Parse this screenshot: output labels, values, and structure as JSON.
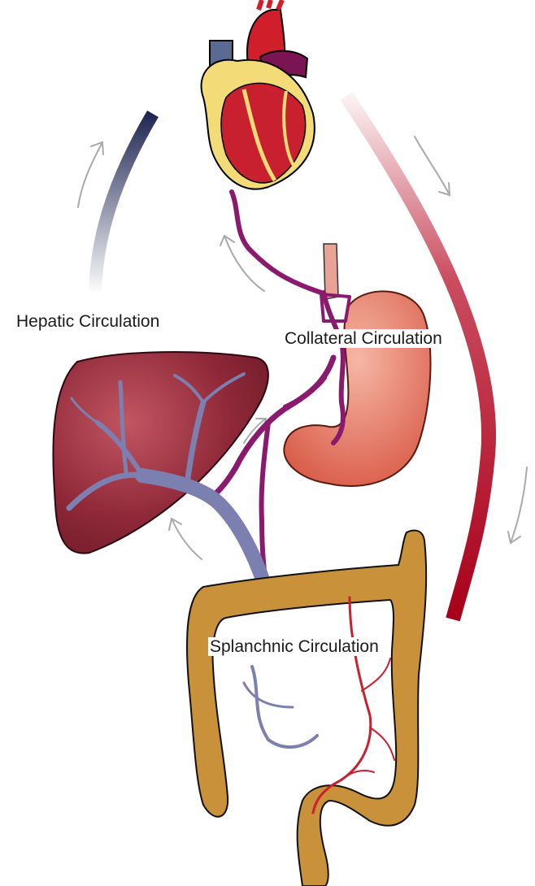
{
  "labels": {
    "hepatic": "Hepatic Circulation",
    "collateral": "Collateral Circulation",
    "splanchnic": "Splanchnic Circulation"
  },
  "colors": {
    "arterial": "#b3001b",
    "venous": "#1f2752",
    "portal": "#7c80b0",
    "collateral_vessel": "#8a1a6e",
    "liver": "#8e2838",
    "stomach": "#e0725f",
    "colon": "#c9923a",
    "heart_muscle": "#c8202f",
    "heart_fat": "#f3dc78",
    "arrow": "#aaaaaa"
  }
}
